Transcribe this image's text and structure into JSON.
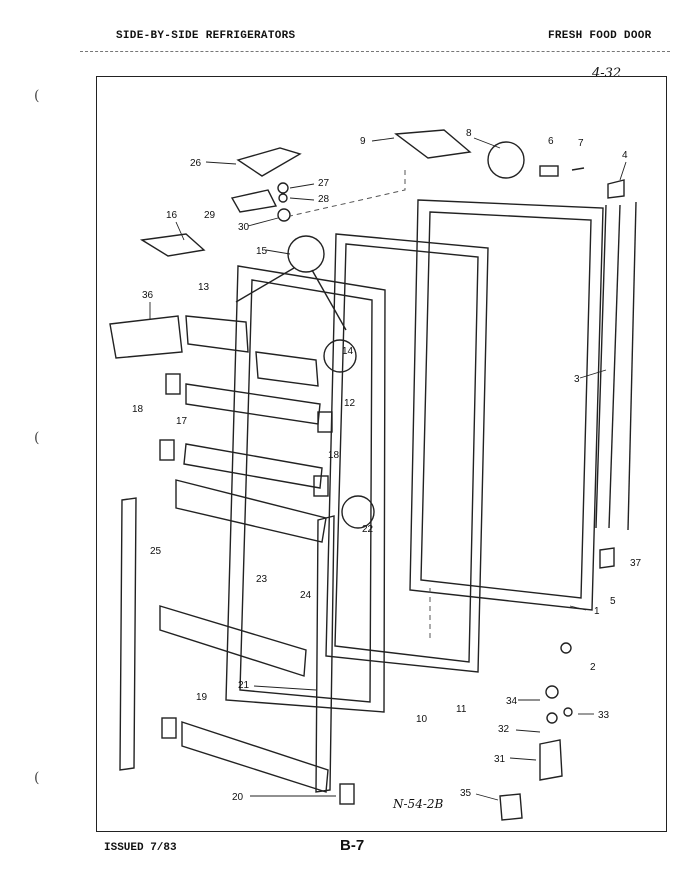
{
  "header": {
    "left_title": "SIDE-BY-SIDE REFRIGERATORS",
    "right_title": "FRESH FOOD DOOR",
    "page_ref": "4-32"
  },
  "footer": {
    "issued": "ISSUED 7/83",
    "page_code": "B-7"
  },
  "diagram": {
    "sheet_code": "N-54-2B",
    "callouts": [
      "1",
      "2",
      "3",
      "4",
      "5",
      "6",
      "7",
      "8",
      "9",
      "10",
      "11",
      "12",
      "13",
      "14",
      "15",
      "16",
      "17",
      "18",
      "18",
      "19",
      "20",
      "21",
      "22",
      "23",
      "24",
      "25",
      "26",
      "27",
      "28",
      "29",
      "30",
      "31",
      "32",
      "33",
      "34",
      "35",
      "36",
      "37"
    ]
  }
}
